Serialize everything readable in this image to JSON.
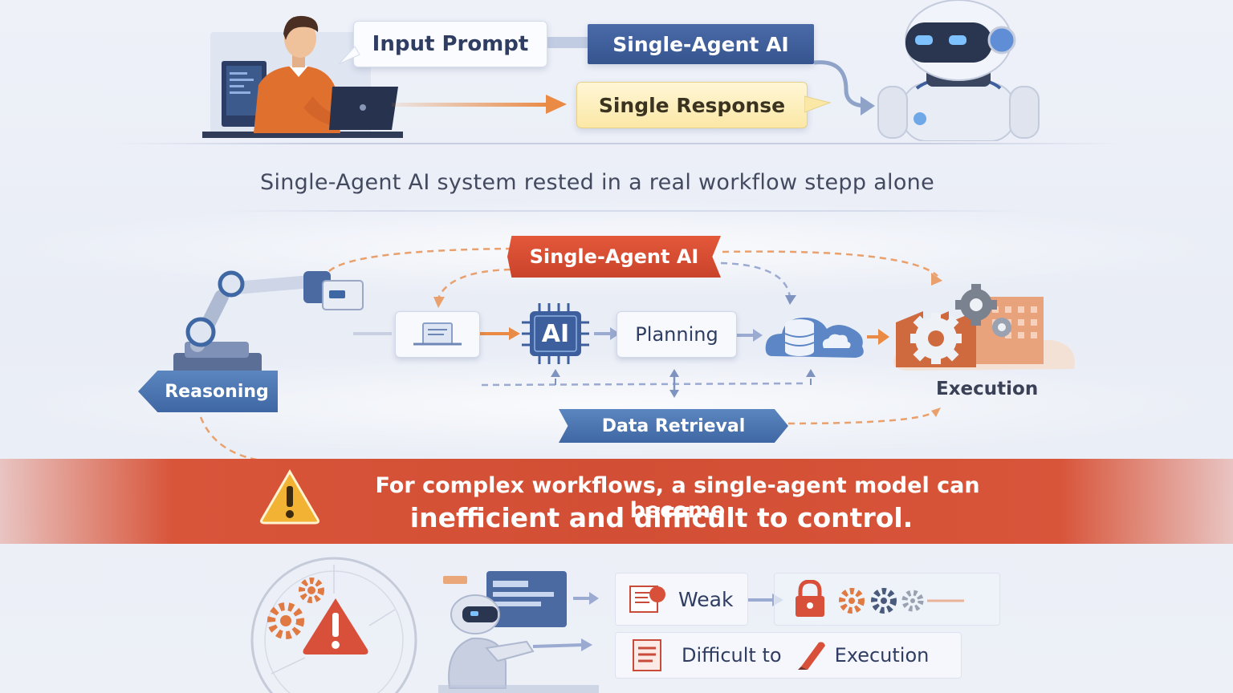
{
  "top": {
    "input_prompt": "Input Prompt",
    "single_agent": "Single-Agent AI",
    "single_response": "Single Response"
  },
  "caption": "Single-Agent AI system rested in a real workflow stepp alone",
  "middle": {
    "header": "Single-Agent AI",
    "chip_label": "AI",
    "planning": "Planning",
    "reasoning": "Reasoning",
    "execution": "Execution",
    "data_retrieval": "Data Retrieval"
  },
  "warning": {
    "line1": "For complex workflows, a single-agent model can become",
    "line2": "inefficient and difficult to control."
  },
  "bottom": {
    "weak": "Weak",
    "difficult": "Difficult to",
    "execution": "Execution"
  },
  "colors": {
    "accent_blue": "#3e67a3",
    "accent_red": "#d24e34",
    "accent_orange": "#e98a45",
    "note_yellow": "#fbe8a6"
  },
  "icons": [
    "person-at-laptop-icon",
    "robot-icon",
    "robotic-arm-icon",
    "document-icon",
    "ai-chip-icon",
    "database-cloud-icon",
    "factory-gears-icon",
    "warning-icon",
    "lock-icon",
    "gear-icon",
    "pencil-icon"
  ]
}
